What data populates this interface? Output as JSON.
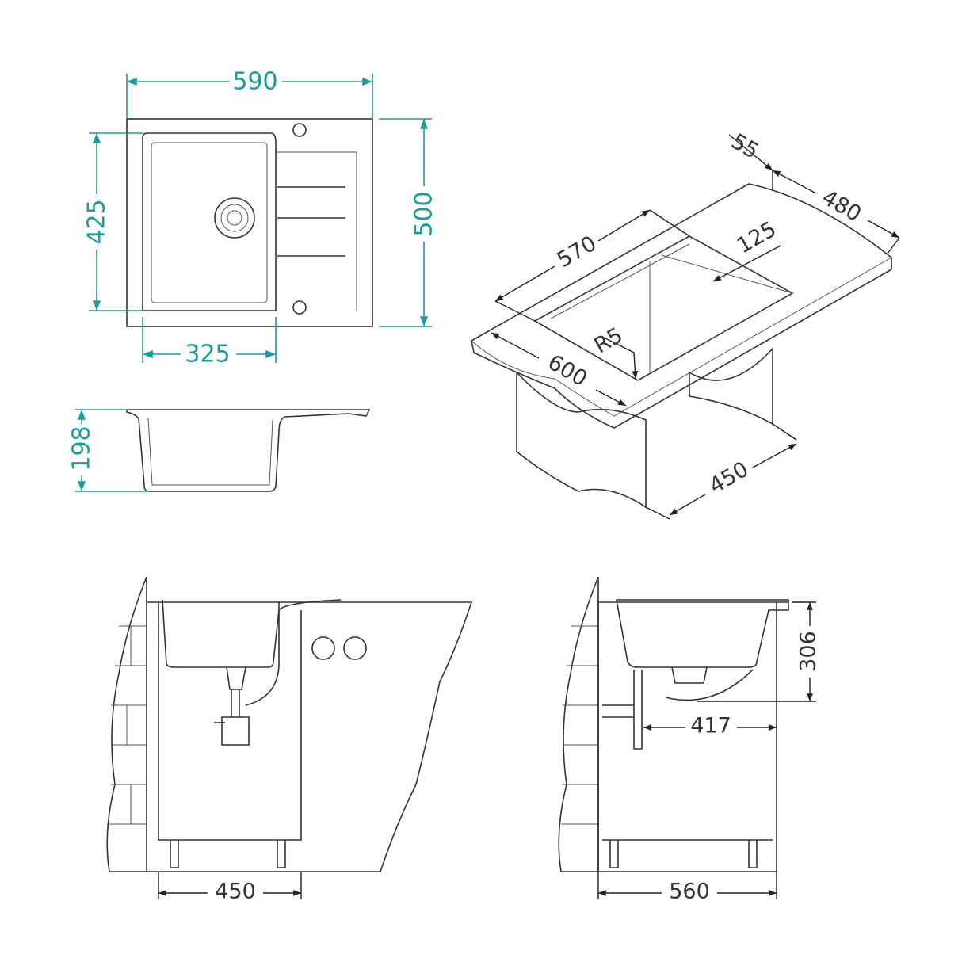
{
  "colors": {
    "dimension_teal": "#1f9b9b",
    "line": "#333333"
  },
  "top_view": {
    "width": "590",
    "bowl_height": "425",
    "depth": "500",
    "bowl_width": "325"
  },
  "side_view": {
    "height": "198"
  },
  "perspective_view": {
    "rim": "55",
    "cabinet_depth": "480",
    "cutout_length": "570",
    "drainer_offset": "125",
    "radius": "R5",
    "counter_depth": "600",
    "cabinet_width": "450"
  },
  "installation_front": {
    "cabinet_width": "450"
  },
  "installation_side": {
    "height": "306",
    "drain_distance": "417",
    "cabinet_depth": "560"
  }
}
